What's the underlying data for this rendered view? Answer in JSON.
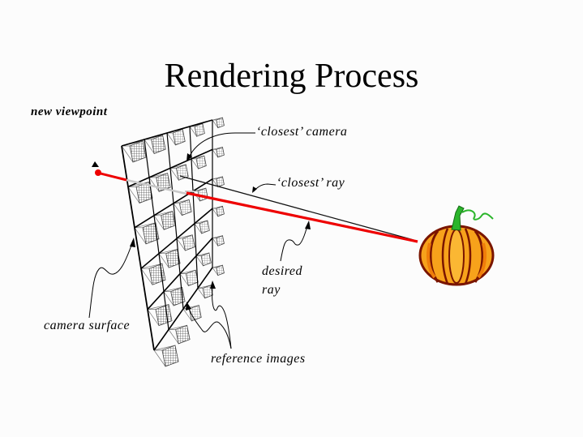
{
  "slide": {
    "title": "Rendering Process"
  },
  "labels": {
    "new_viewpoint": "new viewpoint",
    "closest_camera": "‘closest’ camera",
    "closest_ray": "‘closest’ ray",
    "desired_ray_line1": "desired",
    "desired_ray_line2": "ray",
    "camera_surface": "camera surface",
    "reference_images": "reference images"
  },
  "diagram": {
    "camera_grid": {
      "rows": 6,
      "cols": 5
    },
    "colors": {
      "desired_ray": "#ee0000",
      "closest_ray": "#111111",
      "ray_hidden_segment": "#c8c8c8",
      "pumpkin_body": "#f7a21b",
      "pumpkin_dark": "#ef7d0a",
      "pumpkin_outline": "#7a1500",
      "pumpkin_stem": "#2bb52b",
      "background": "#fcfcfc"
    }
  }
}
